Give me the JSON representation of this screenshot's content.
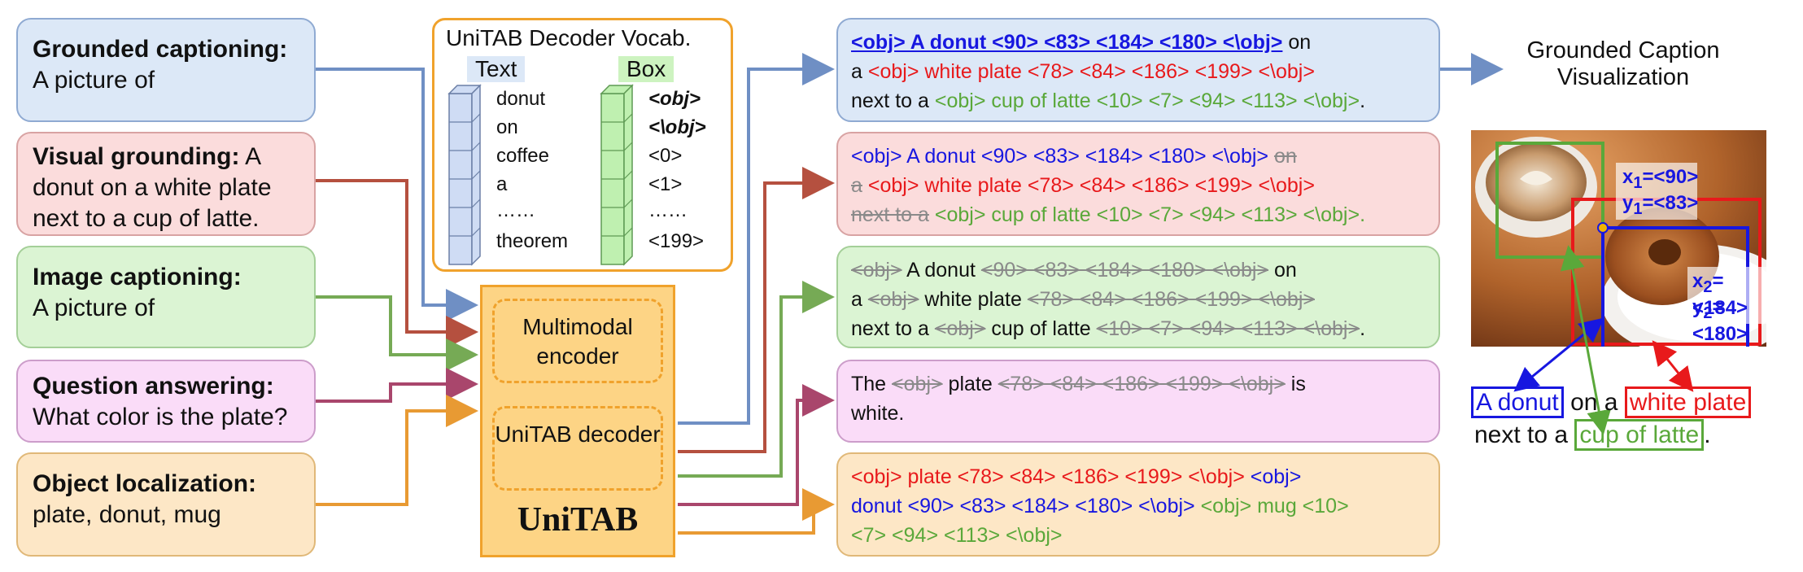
{
  "tasks": [
    {
      "title": "Grounded captioning:",
      "text": "A picture of"
    },
    {
      "title": "Visual grounding:",
      "title_tail": " A",
      "text": "donut on a white plate next to a cup of latte."
    },
    {
      "title": "Image captioning:",
      "text": "A picture of"
    },
    {
      "title": "Question answering:",
      "text": "What color is the plate?"
    },
    {
      "title": "Object localization:",
      "text": "plate, donut, mug"
    }
  ],
  "vocab": {
    "title": "UniTAB Decoder Vocab.",
    "text_header": "Text",
    "box_header": "Box",
    "text_words": [
      "donut",
      "on",
      "coffee",
      "a",
      "……",
      "theorem"
    ],
    "box_words": [
      "<obj>",
      "<\\obj>",
      "<0>",
      "<1>",
      "……",
      "<199>"
    ]
  },
  "model": {
    "encoder": "Multimodal encoder",
    "decoder": "UniTAB decoder",
    "name": "UniTAB"
  },
  "outputs": {
    "grounded": {
      "l1_a": "<obj> A donut <90> <83> <184> <180> <\\obj>",
      "l1_b": " on",
      "l2_a": "a ",
      "l2_b": "<obj> white plate <78> <84> <186> <199> <\\obj>",
      "l3_a": "next to a ",
      "l3_b": "<obj> cup of latte <10> <7> <94> <113> <\\obj>",
      "l3_c": "."
    },
    "grounding": {
      "l1_a": "<obj> A donut <90> <83> <184> <180> <\\obj> ",
      "l1_b": "on",
      "l2_a": "a",
      "l2_b": " <obj> white plate <78> <84> <186> <199> <\\obj>",
      "l3_a": "next to a",
      "l3_b": " <obj> cup of latte <10> <7> <94> <113> <\\obj>."
    },
    "captioning": {
      "l1_a": "<obj>",
      "l1_b": " A donut ",
      "l1_c": "<90> <83> <184> <180> <\\obj>",
      "l1_d": " on",
      "l2_a": "a ",
      "l2_b": "<obj>",
      "l2_c": " white plate ",
      "l2_d": "<78> <84> <186> <199> <\\obj>",
      "l3_a": "next to a ",
      "l3_b": "<obj>",
      "l3_c": " cup of latte ",
      "l3_d": "<10> <7> <94> <113> <\\obj>",
      "l3_e": "."
    },
    "qa": {
      "l1_a": "The ",
      "l1_b": "<obj>",
      "l1_c": " plate ",
      "l1_d": "<78> <84> <186> <199> <\\obj>",
      "l1_e": " is",
      "l2": "white."
    },
    "localization": {
      "l1_a": "<obj> plate <78> <84> <186> <199> <\\obj>",
      "l1_b": " <obj>",
      "l2_a": "donut <90> <83> <184> <180> <\\obj>",
      "l2_b": " <obj> mug <10>",
      "l3": "<7> <94> <113> <\\obj>"
    }
  },
  "visualization": {
    "title_l1": "Grounded Caption",
    "title_l2": "Visualization",
    "x1": "=<90>",
    "y1": "=<83>",
    "x2": "=<184>",
    "y2": "=<180>",
    "cap_donut": "A donut",
    "cap_on": " on a ",
    "cap_plate": "white plate",
    "cap_next": "next to a ",
    "cap_cup": "cup of latte",
    "cap_dot": "."
  },
  "colors": {
    "blue_arrow": "#6f8fc4",
    "red_arrow": "#b5503f",
    "green_arrow": "#76aa55",
    "pink_arrow": "#a9466c",
    "orange_arrow": "#e89a33",
    "box_red": "#e8191b",
    "box_blue": "#1717e0",
    "box_green": "#5aa83a"
  }
}
